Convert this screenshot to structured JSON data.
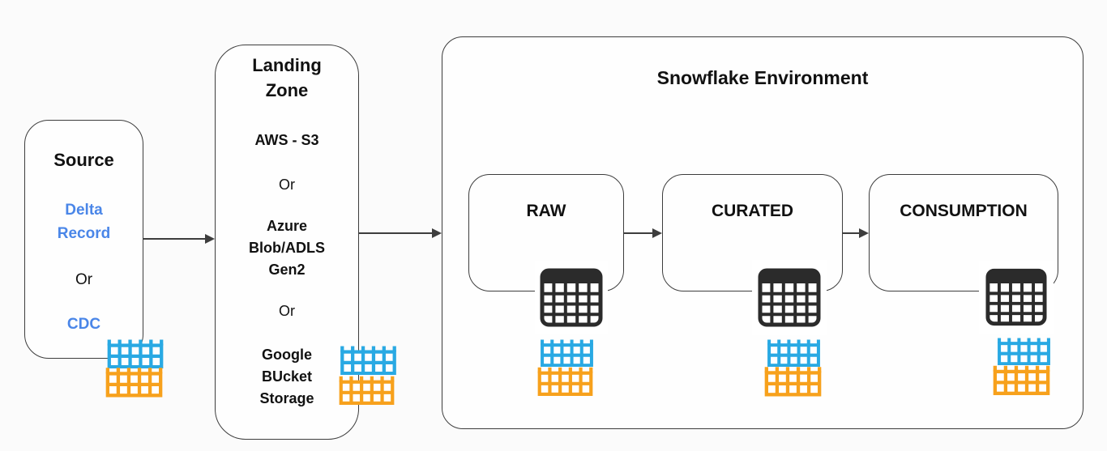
{
  "colors": {
    "bg": "#fbfbfb",
    "box_fill": "#fefefe",
    "line": "#3d3d3d",
    "blue_text": "#4a86e8",
    "table_blue": "#29a9e3",
    "table_orange": "#f7a11c",
    "table_black": "#2b2b2b"
  },
  "source": {
    "title": "Source",
    "option_delta": "Delta Record",
    "or": "Or",
    "option_cdc": "CDC"
  },
  "landing_zone": {
    "title": "Landing Zone",
    "option_aws": "AWS - S3",
    "or_first": "Or",
    "option_azure": "Azure Blob/ADLS Gen2",
    "or_second": "Or",
    "option_gcp": "Google BUcket Storage"
  },
  "snowflake": {
    "title": "Snowflake Environment",
    "stages": [
      {
        "label": "RAW"
      },
      {
        "label": "CURATED"
      },
      {
        "label": "CONSUMPTION"
      }
    ]
  }
}
